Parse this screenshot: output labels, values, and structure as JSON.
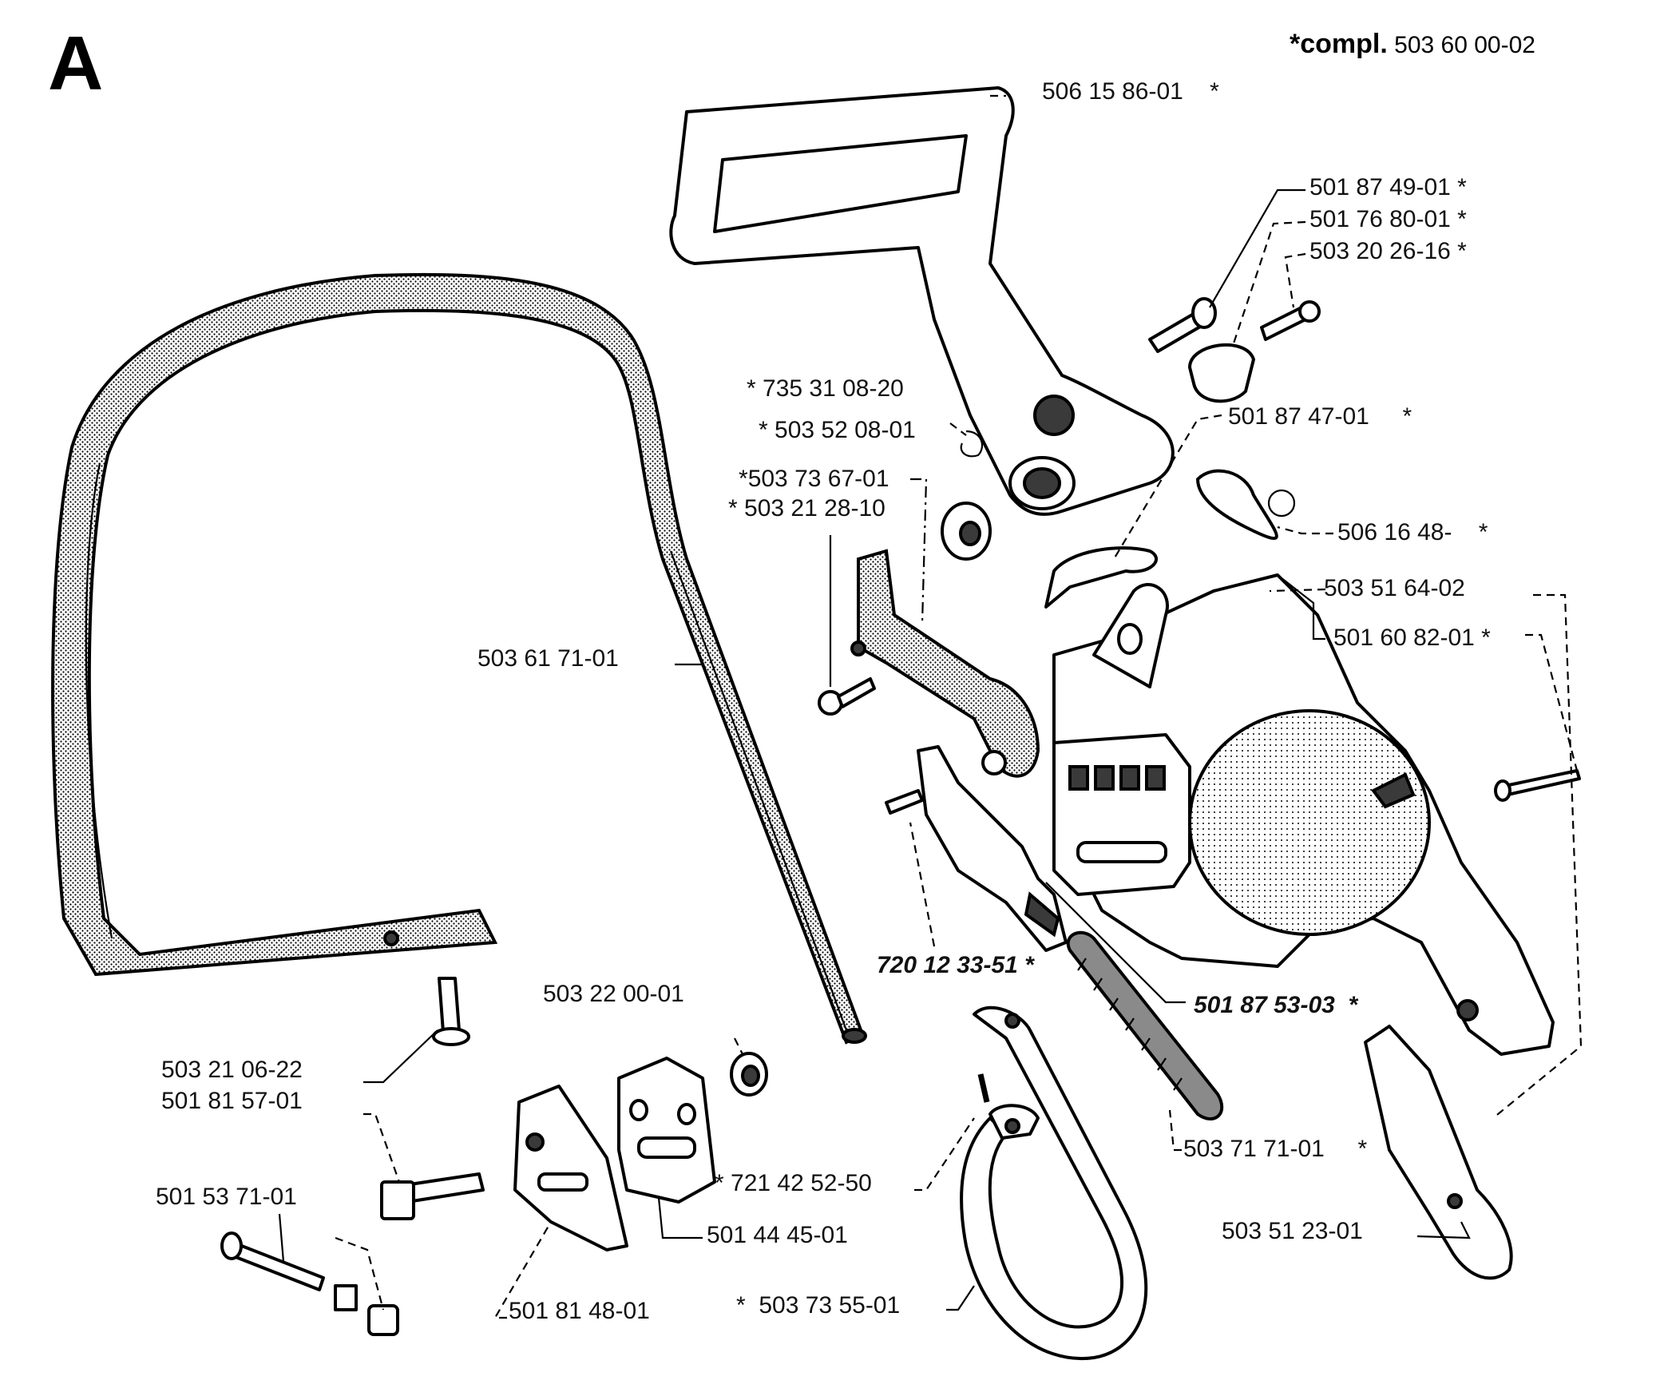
{
  "diagram": {
    "section_letter": "A",
    "compl": {
      "prefix": "*compl.",
      "number": "503 60 00-02"
    },
    "parts": [
      {
        "id": "p01",
        "number": "506 15 86-01",
        "star": "*"
      },
      {
        "id": "p02",
        "number": "501 87 49-01",
        "star": "*"
      },
      {
        "id": "p03",
        "number": "501 76 80-01",
        "star": "*"
      },
      {
        "id": "p04",
        "number": "503 20 26-16",
        "star": "*"
      },
      {
        "id": "p05",
        "number": "735 31 08-20",
        "star": "*"
      },
      {
        "id": "p06",
        "number": "503 52 08-01",
        "star": "*"
      },
      {
        "id": "p07",
        "number": "501 87 47-01",
        "star": "*"
      },
      {
        "id": "p08",
        "number": "503 73 67-01",
        "star": "*"
      },
      {
        "id": "p09",
        "number": "503 21 28-10",
        "star": "*"
      },
      {
        "id": "p10",
        "number": "506 16 48-",
        "star": "*"
      },
      {
        "id": "p11",
        "number": "503 51 64-02",
        "star": ""
      },
      {
        "id": "p12",
        "number": "501 60 82-01",
        "star": "*"
      },
      {
        "id": "p13",
        "number": "503 61 71-01",
        "star": ""
      },
      {
        "id": "p14",
        "number": "720 12 33-51",
        "star": "*"
      },
      {
        "id": "p15",
        "number": "501 87 53-03",
        "star": "*"
      },
      {
        "id": "p16",
        "number": "503 22 00-01",
        "star": ""
      },
      {
        "id": "p17",
        "number": "503 21 06-22",
        "star": ""
      },
      {
        "id": "p18",
        "number": "501 81 57-01",
        "star": ""
      },
      {
        "id": "p19",
        "number": "503 71 71-01",
        "star": "*"
      },
      {
        "id": "p20",
        "number": "721 42 52-50",
        "star": "*"
      },
      {
        "id": "p21",
        "number": "501 53 71-01",
        "star": ""
      },
      {
        "id": "p22",
        "number": "501 44 45-01",
        "star": ""
      },
      {
        "id": "p23",
        "number": "503 51 23-01",
        "star": ""
      },
      {
        "id": "p24",
        "number": "501 81 48-01",
        "star": ""
      },
      {
        "id": "p25",
        "number": "503 73 55-01",
        "star": "*"
      }
    ]
  }
}
